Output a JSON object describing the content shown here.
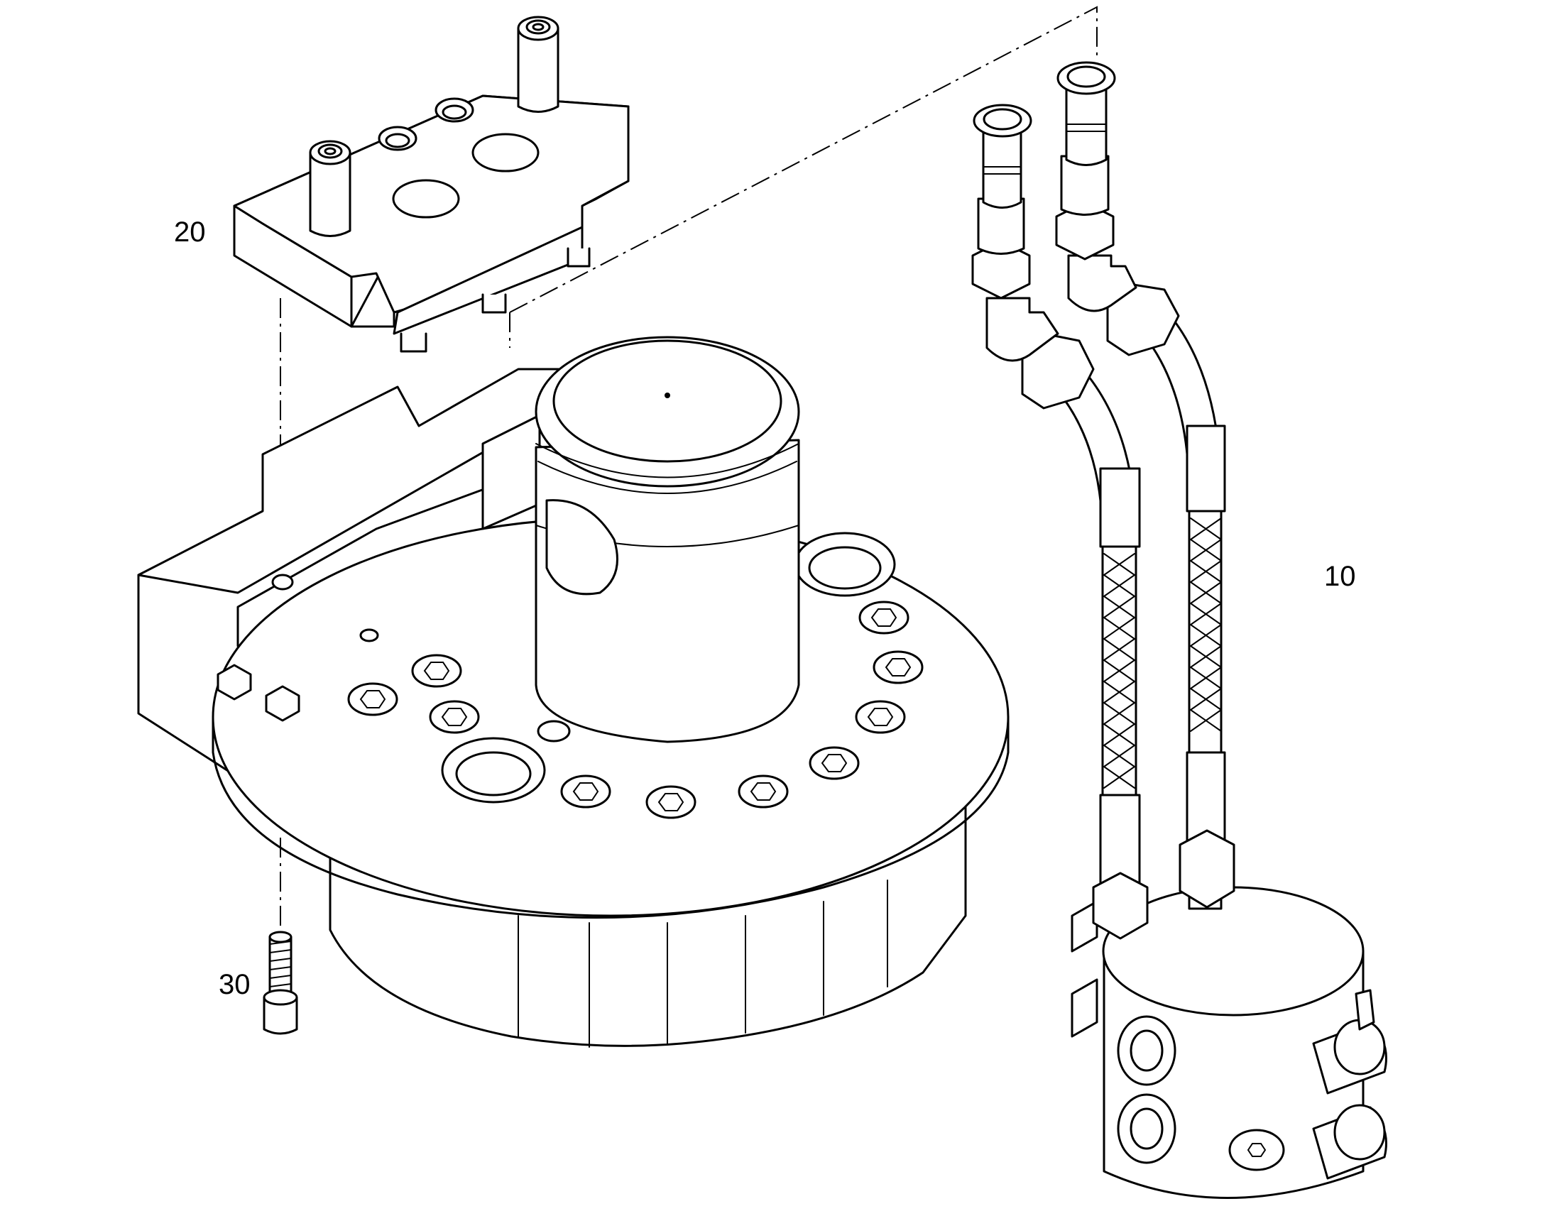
{
  "callouts": {
    "hose_assembly": "10",
    "valve_block": "20",
    "cap_screw": "30"
  },
  "colors": {
    "line": "#000000",
    "background": "#ffffff"
  }
}
